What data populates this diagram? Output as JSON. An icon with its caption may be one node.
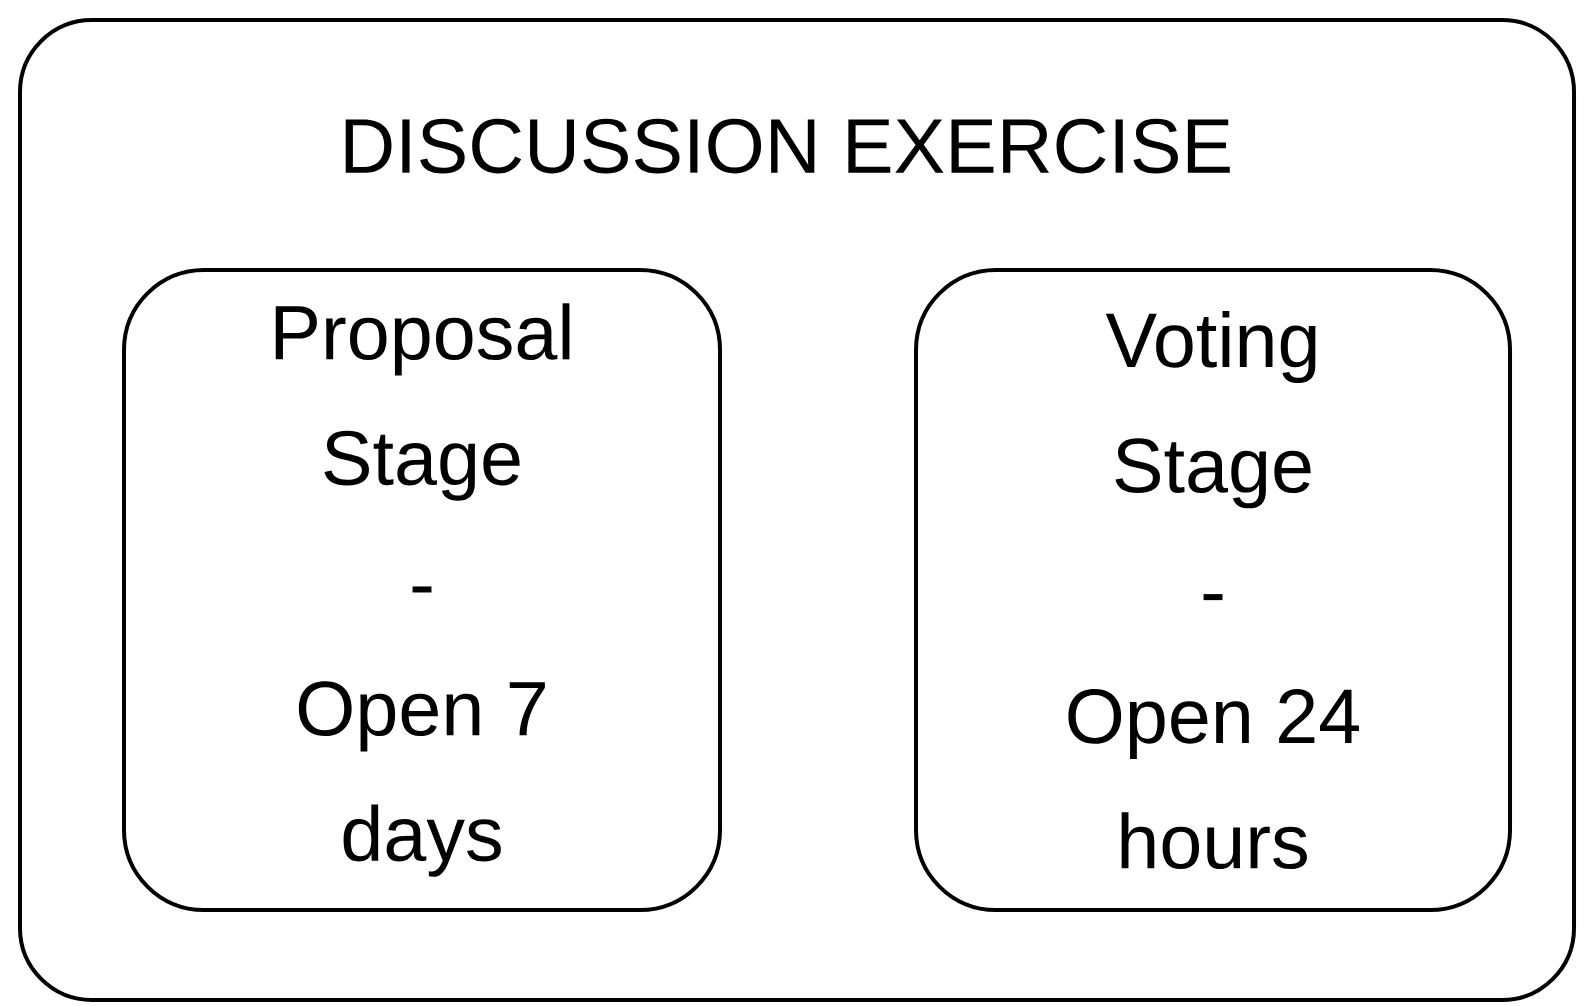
{
  "diagram": {
    "nodes": [
      {
        "text": [
          "DISCUSSION EXERCISE"
        ]
      },
      {
        "text": [
          "Proposal Stage - Open 7 days"
        ],
        "in": 0
      },
      {
        "text": [
          "Voting Stage - Open 24 hours"
        ],
        "in": 0
      }
    ]
  }
}
